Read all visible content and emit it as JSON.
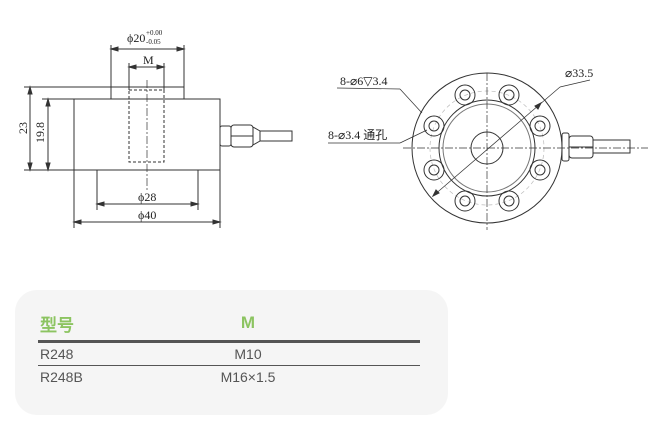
{
  "drawing": {
    "side_view": {
      "top_diameter": "ϕ20",
      "top_tol_upper": "+0.00",
      "top_tol_lower": "-0.05",
      "thread_label": "M",
      "height_total": "23",
      "height_body": "19.8",
      "bottom_diameter": "ϕ28",
      "outer_diameter": "ϕ40"
    },
    "top_view": {
      "counterbore_label": "8-⌀6▽3.4",
      "through_hole_label": "8-⌀3.4 通孔",
      "bolt_circle_label": "⌀33.5"
    },
    "line_color": "#333333"
  },
  "spec_table": {
    "headers": [
      "型号",
      "M"
    ],
    "rows": [
      {
        "model": "R248",
        "m": "M10"
      },
      {
        "model": "R248B",
        "m": "M16×1.5"
      }
    ],
    "header_color": "#8cc461",
    "card_color": "#f5f5f5"
  }
}
